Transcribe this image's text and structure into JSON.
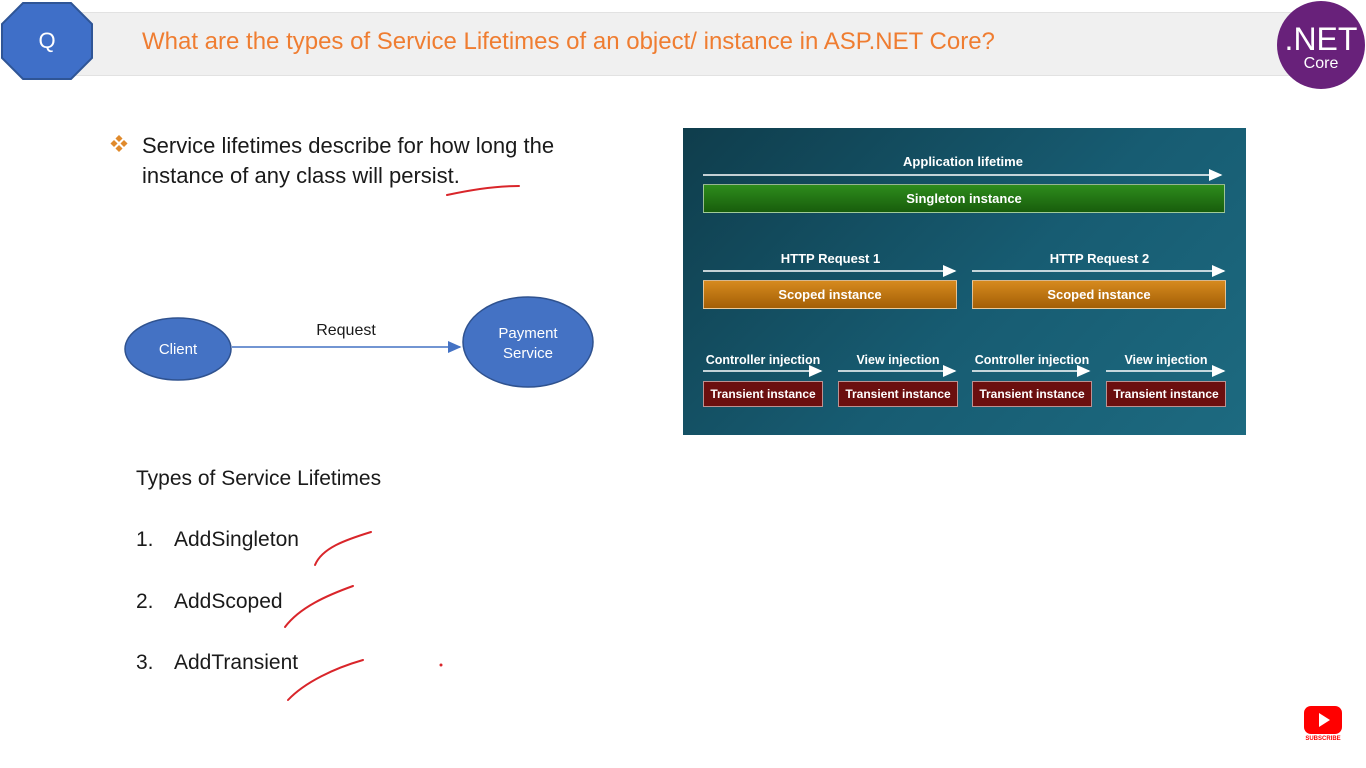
{
  "header": {
    "badge_letter": "Q",
    "title": "What are the types of Service Lifetimes of an object/ instance in ASP.NET Core?",
    "logo_line1": ".NET",
    "logo_line2": "Core"
  },
  "bullet": {
    "text": "Service lifetimes describe for how long the instance of any class will persist.",
    "icon": "diamond-bullet-icon"
  },
  "diagram": {
    "client": "Client",
    "request": "Request",
    "service_line1": "Payment",
    "service_line2": "Service"
  },
  "types": {
    "heading": "Types of Service Lifetimes",
    "items": [
      {
        "num": "1.",
        "label": "AddSingleton"
      },
      {
        "num": "2.",
        "label": "AddScoped"
      },
      {
        "num": "3.",
        "label": "AddTransient"
      }
    ]
  },
  "lifetime_panel": {
    "app_label": "Application lifetime",
    "singleton": "Singleton instance",
    "requests": [
      {
        "label": "HTTP Request 1",
        "scoped": "Scoped instance"
      },
      {
        "label": "HTTP Request 2",
        "scoped": "Scoped instance"
      }
    ],
    "injections": [
      {
        "label": "Controller injection",
        "transient": "Transient instance"
      },
      {
        "label": "View injection",
        "transient": "Transient instance"
      },
      {
        "label": "Controller injection",
        "transient": "Transient instance"
      },
      {
        "label": "View injection",
        "transient": "Transient instance"
      }
    ]
  },
  "subscribe": {
    "label": "SUBSCRIBE",
    "icon": "youtube-play-icon"
  },
  "colors": {
    "title": "#ef7d31",
    "badge": "#3f6fc8",
    "logo": "#68217a",
    "ellipse": "#4472c4",
    "annotation": "#d9252a"
  }
}
